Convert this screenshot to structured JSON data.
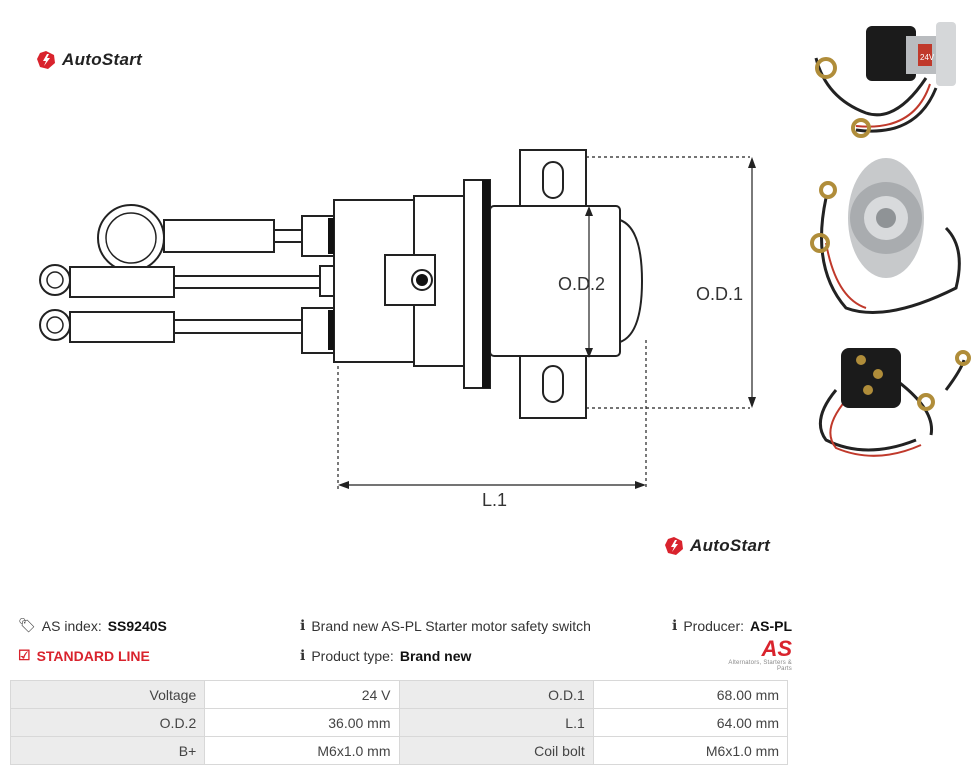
{
  "brand": {
    "name": "AutoStart",
    "accent": "#d9232d"
  },
  "drawing": {
    "labels": {
      "od2": "O.D.2",
      "od1": "O.D.1",
      "l1": "L.1"
    }
  },
  "photos": {
    "photo1": {
      "voltage_label": "24V"
    }
  },
  "info": {
    "as_index_label": "AS index:",
    "as_index_value": "SS9240S",
    "line_label": "STANDARD LINE",
    "description": "Brand new AS-PL Starter motor safety switch",
    "product_type_label": "Product type:",
    "product_type_value": "Brand new",
    "producer_label": "Producer:",
    "producer_value": "AS-PL",
    "producer_logo_text": "AS",
    "producer_logo_sub": "Alternators, Starters & Parts"
  },
  "specs": [
    {
      "k1": "Voltage",
      "v1": "24 V",
      "k2": "O.D.1",
      "v2": "68.00 mm"
    },
    {
      "k1": "O.D.2",
      "v1": "36.00 mm",
      "k2": "L.1",
      "v2": "64.00 mm"
    },
    {
      "k1": "B+",
      "v1": "M6x1.0 mm",
      "k2": "Coil bolt",
      "v2": "M6x1.0 mm"
    }
  ]
}
